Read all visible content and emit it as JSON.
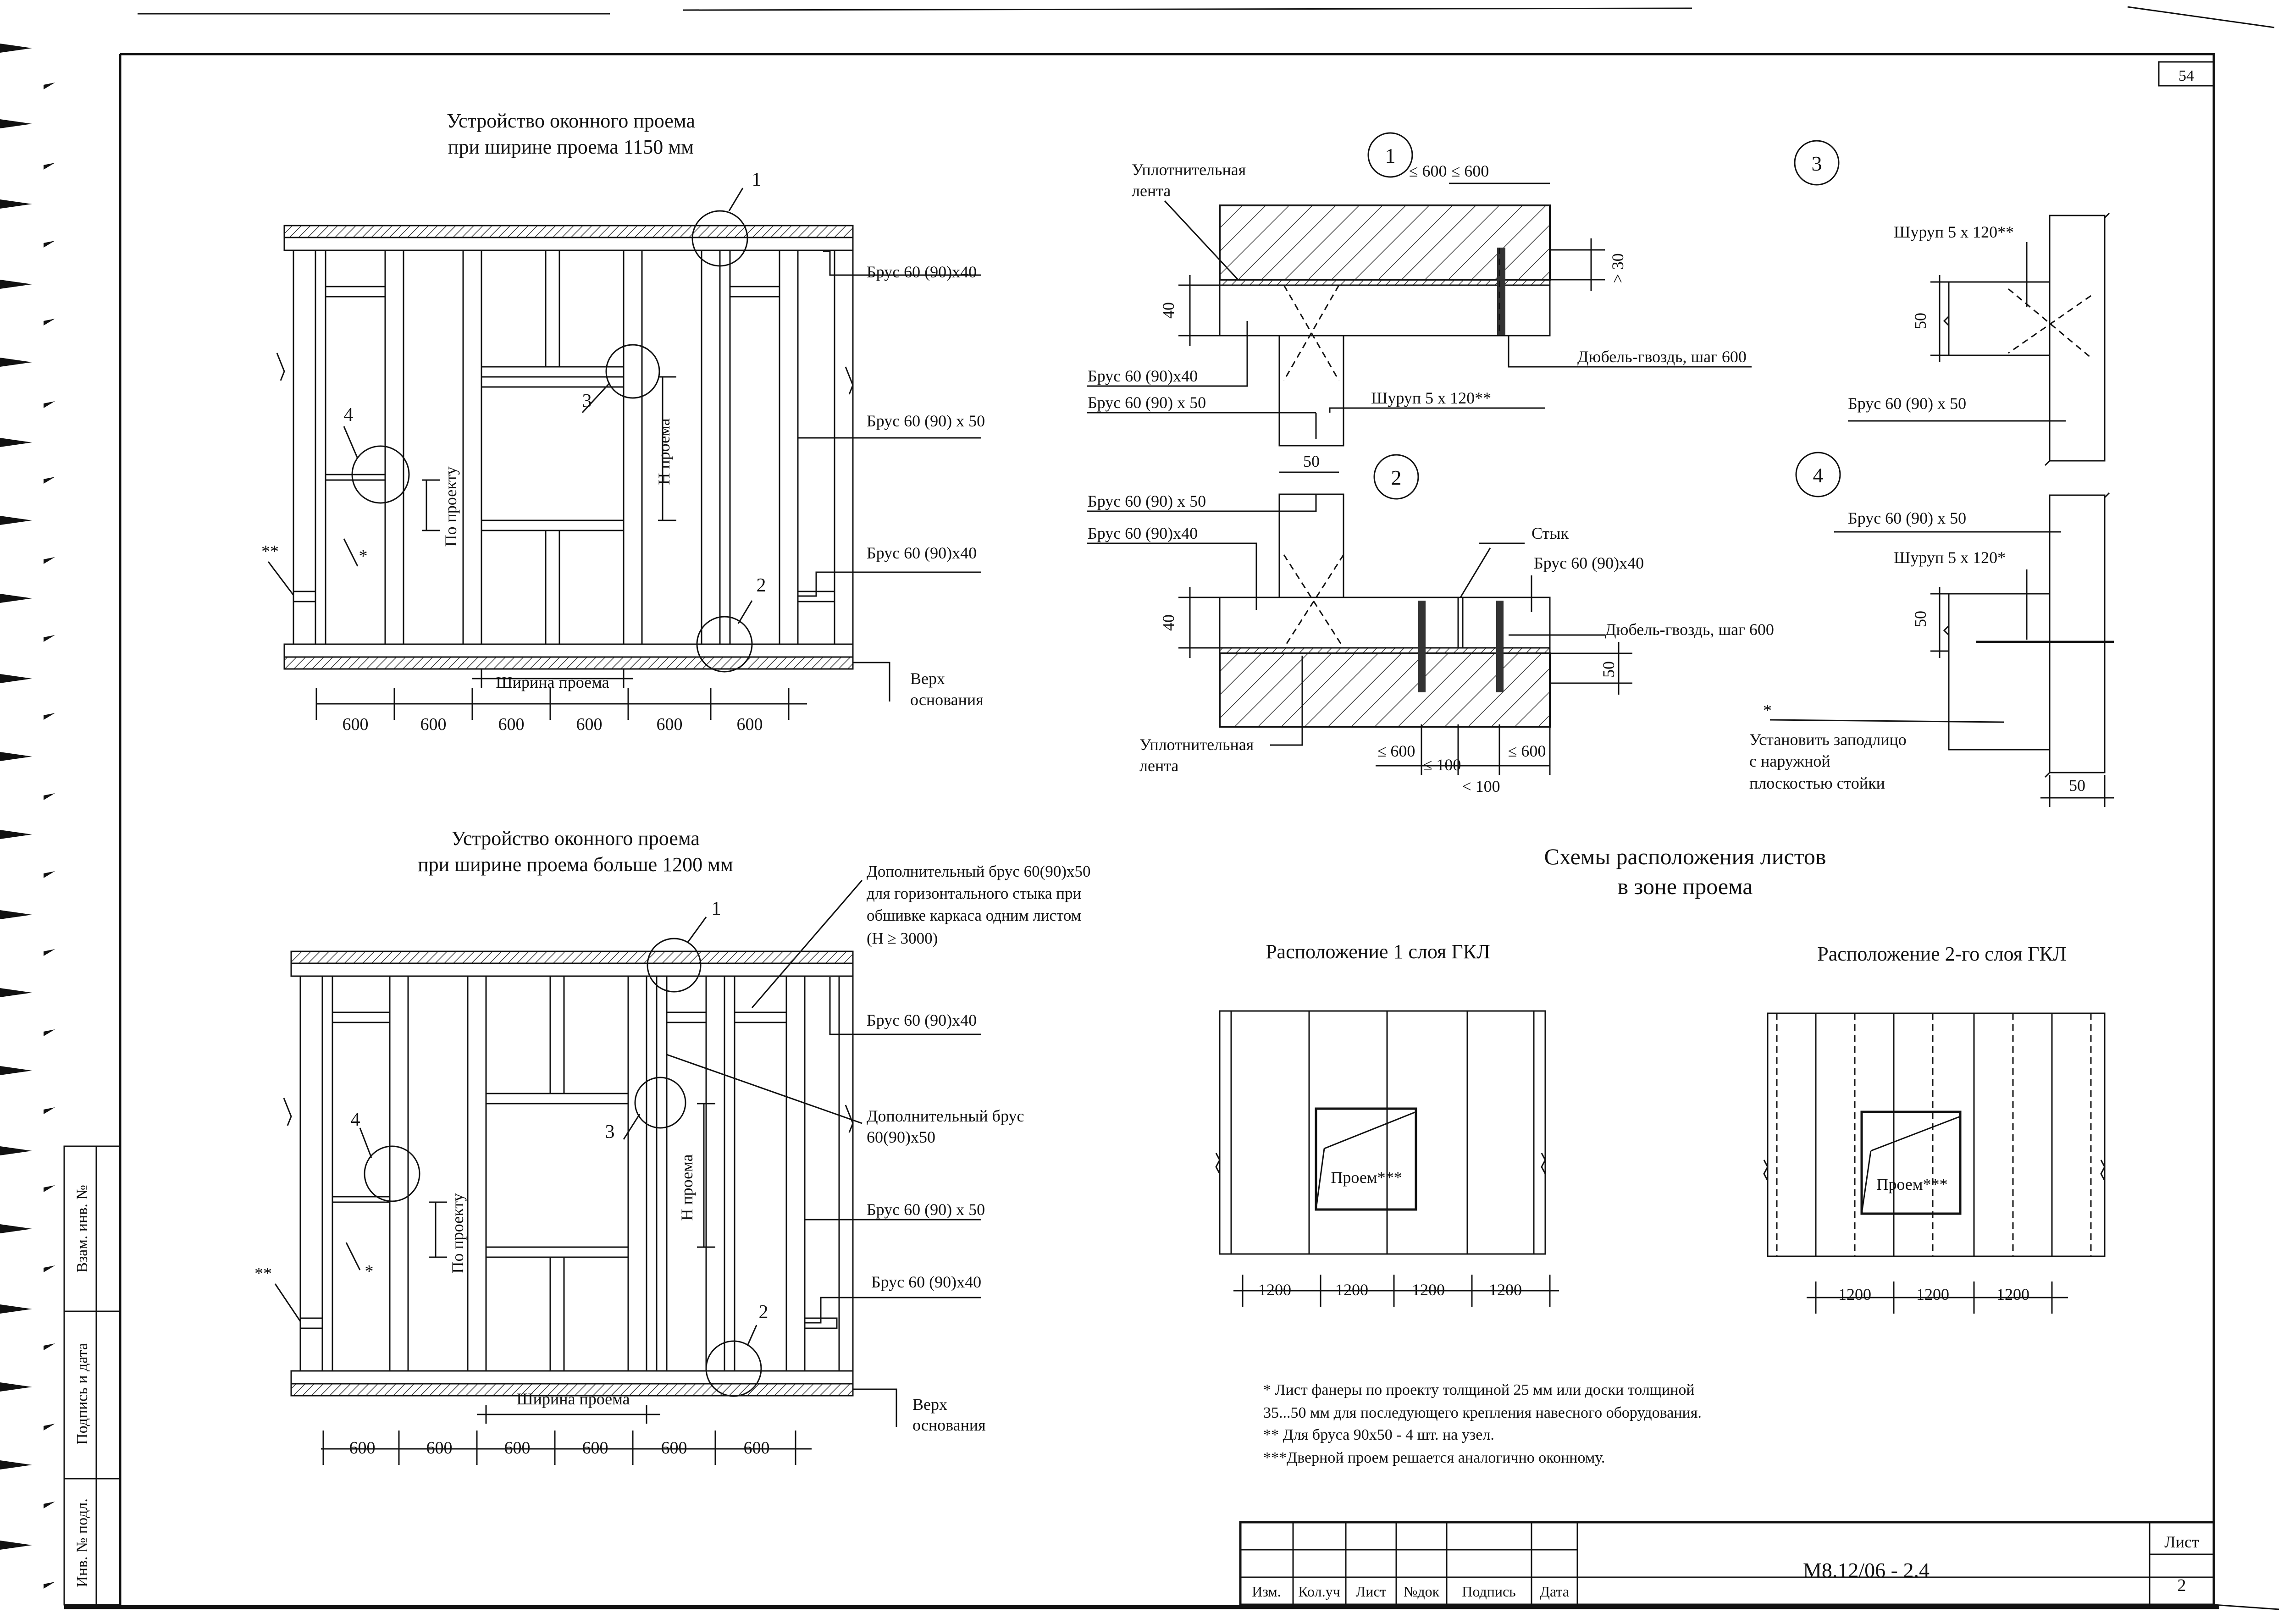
{
  "sheet_no_top": "54",
  "upper_frame": {
    "title_line1": "Устройство оконного  проема",
    "title_line2": "при ширине проема  1150 мм",
    "labels": {
      "brus_top": "Брус 60 (90)х40",
      "brus_stud": "Брус 60 (90) х 50",
      "brus_bottom": "Брус 60 (90)х40",
      "verh_1": "Верх",
      "verh_2": "основания",
      "po_proektu": "По проекту",
      "h_proema": "Н проема",
      "shirina": "Ширина проема",
      "star": "*",
      "dstar": "**"
    },
    "callouts": [
      "1",
      "2",
      "3",
      "4"
    ],
    "dims": [
      "600",
      "600",
      "600",
      "600",
      "600",
      "600"
    ]
  },
  "lower_frame": {
    "title_line1": "Устройство оконного проема",
    "title_line2": "при ширине проема больше 1200 мм",
    "note_lines": [
      "Дополнительный брус 60(90)х50",
      "для горизонтального стыка  при",
      "обшивке каркаса одним листом",
      "(Н ≥ 3000)"
    ],
    "labels": {
      "brus_top": "Брус 60 (90)х40",
      "add_brus_1": "Дополнительный брус",
      "add_brus_2": "60(90)х50",
      "brus_stud": "Брус 60 (90) х 50",
      "brus_bottom": "Брус 60 (90)х40",
      "verh_1": "Верх",
      "verh_2": "основания",
      "po_proektu": "По проекту",
      "h_proema": "Н проема",
      "shirina": "Ширина проема",
      "star": "*",
      "dstar": "**"
    },
    "callouts": [
      "1",
      "2",
      "3",
      "4"
    ],
    "dims": [
      "600",
      "600",
      "600",
      "600",
      "600",
      "600"
    ]
  },
  "node1": {
    "num": "1",
    "seal_1": "Уплотнительная",
    "seal_2": "лента",
    "dim_top": "≤ 600 ≤ 600",
    "dim_gt30": "> 30",
    "dim_40": "40",
    "brus_a": "Брус 60 (90)х40",
    "brus_b": "Брус 60 (90) х 50",
    "dowel": "Дюбель-гвоздь, шаг 600",
    "screw": "Шуруп 5 х 120**"
  },
  "node2": {
    "num": "2",
    "dim_50": "50",
    "brus_a": "Брус 60 (90) х 50",
    "brus_b": "Брус 60 (90)х40",
    "styk": "Стык",
    "brus_c": "Брус 60 (90)х40",
    "dowel": "Дюбель-гвоздь, шаг 600",
    "dim_40": "40",
    "dim_50b": "50",
    "seal_1": "Уплотнительная",
    "seal_2": "лента",
    "dim_le600a": "≤ 600",
    "dim_le100": "≤ 100",
    "dim_lt100": "< 100",
    "dim_le600b": "≤ 600"
  },
  "node3": {
    "num": "3",
    "screw": "Шуруп 5 х 120**",
    "dim_50": "50",
    "brus": "Брус 60 (90) х 50"
  },
  "node4": {
    "num": "4",
    "brus": "Брус 60 (90) х 50",
    "screw": "Шуруп 5 х 120*",
    "dim_50": "50",
    "star": "*",
    "note_1": "Установить заподлицо",
    "note_2": "с наружной",
    "note_3": "плоскостью стойки",
    "dim_50b": "50"
  },
  "schemes": {
    "title_1": "Схемы расположения листов",
    "title_2": "в зоне проема",
    "layer1_title": "Расположение 1 слоя ГКЛ",
    "layer2_title": "Расположение 2-го слоя ГКЛ",
    "opening_label": "Проем***",
    "layer1_dims": [
      "1200",
      "1200",
      "1200",
      "1200"
    ],
    "layer2_dims": [
      "1200",
      "1200",
      "1200"
    ]
  },
  "footnotes": [
    "* Лист фанеры по проекту толщиной 25 мм или доски толщиной",
    "35...50 мм для последующего крепления навесного оборудования.",
    "** Для бруса 90х50 - 4 шт. на узел.",
    "***Дверной проем решается аналогично оконному."
  ],
  "side_stamp": [
    "Взам. инв. №",
    "Подпись и дата",
    "Инв. № подл."
  ],
  "title_block": {
    "columns": [
      "Изм.",
      "Кол.уч",
      "Лист",
      "№док",
      "Подпись",
      "Дата"
    ],
    "code": "М8.12/06 - 2.4",
    "sheet_label": "Лист",
    "sheet_value": "2"
  }
}
